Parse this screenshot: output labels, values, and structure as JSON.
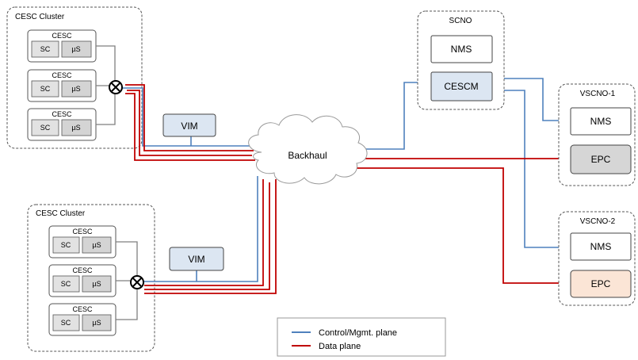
{
  "top_cluster": {
    "title": "CESC Cluster",
    "cells": [
      {
        "label": "CESC",
        "sc": "SC",
        "us": "µS"
      },
      {
        "label": "CESC",
        "sc": "SC",
        "us": "µS"
      },
      {
        "label": "CESC",
        "sc": "SC",
        "us": "µS"
      }
    ]
  },
  "bottom_cluster": {
    "title": "CESC Cluster",
    "cells": [
      {
        "label": "CESC",
        "sc": "SC",
        "us": "µS"
      },
      {
        "label": "CESC",
        "sc": "SC",
        "us": "µS"
      },
      {
        "label": "CESC",
        "sc": "SC",
        "us": "µS"
      }
    ]
  },
  "vim_top": "VIM",
  "vim_bottom": "VIM",
  "backhaul": "Backhaul",
  "scno": {
    "title": "SCNO",
    "nms": "NMS",
    "cescm": "CESCM"
  },
  "vscno1": {
    "title": "VSCNO-1",
    "nms": "NMS",
    "epc": "EPC"
  },
  "vscno2": {
    "title": "VSCNO-2",
    "nms": "NMS",
    "epc": "EPC"
  },
  "legend": {
    "items": [
      {
        "label": "Control/Mgmt. plane",
        "color": "#4f81bd"
      },
      {
        "label": "Data plane",
        "color": "#c00000"
      }
    ]
  }
}
